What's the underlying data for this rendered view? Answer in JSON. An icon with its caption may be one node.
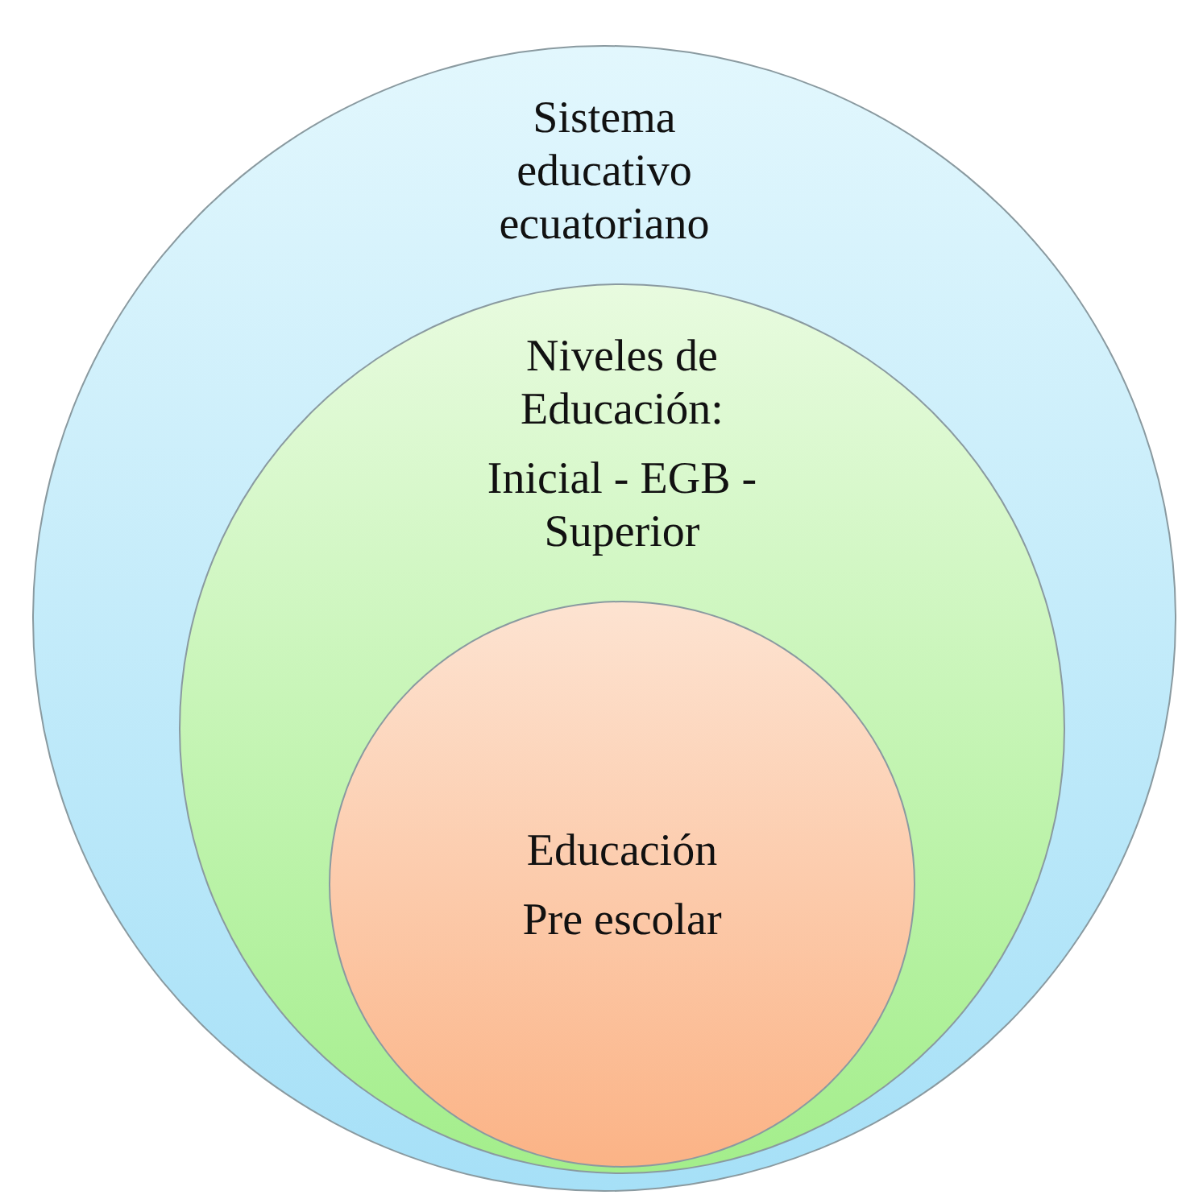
{
  "diagram": {
    "nodes": [
      {
        "text": [
          "Sistema educativo ecuatoriano"
        ]
      },
      {
        "text": [
          "Niveles de Educación:",
          "Inicial - EGB - Superior"
        ],
        "in": 0
      },
      {
        "text": [
          "Educación",
          "Pre escolar"
        ],
        "in": 1
      }
    ],
    "edges": []
  }
}
